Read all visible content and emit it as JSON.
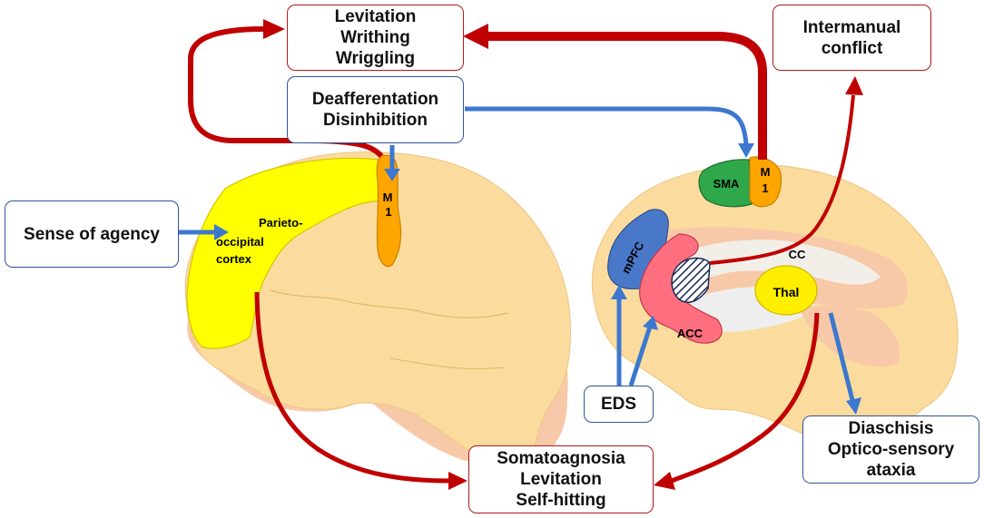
{
  "colors": {
    "brain_fill": "#fbdc9e",
    "brain_shadow": "#f8c9a8",
    "parietal_yellow": "#ffff00",
    "motor_orange": "#ffa500",
    "sma_green": "#2ea84a",
    "mpfc_blue": "#4a78c9",
    "acc_red": "#ff6f80",
    "cc_light": "#f2efe9",
    "thal_yellow": "#ffee00",
    "red_arrow": "#c00000",
    "blue_arrow": "#3c78cf"
  },
  "boxes": {
    "levitation_top": [
      "Levitation",
      "Writhing",
      "Wriggling"
    ],
    "deafferentation": [
      "Deafferentation",
      "Disinhibition"
    ],
    "intermanual": [
      "Intermanual",
      "conflict"
    ],
    "sense_of_agency": [
      "Sense of agency"
    ],
    "eds": [
      "EDS"
    ],
    "somatoagnosia": [
      "Somatoagnosia",
      "Levitation",
      "Self-hitting"
    ],
    "diaschisis": [
      "Diaschisis",
      "Optico-sensory",
      "ataxia"
    ]
  },
  "regions": {
    "m1_left": [
      "M",
      "1"
    ],
    "parieto": [
      "Parieto-",
      "occipital",
      "cortex"
    ],
    "sma": "SMA",
    "m1_right": [
      "M",
      "1"
    ],
    "mpfc": "mPFC",
    "cc": "CC",
    "thal": "Thal",
    "acc": "ACC"
  }
}
